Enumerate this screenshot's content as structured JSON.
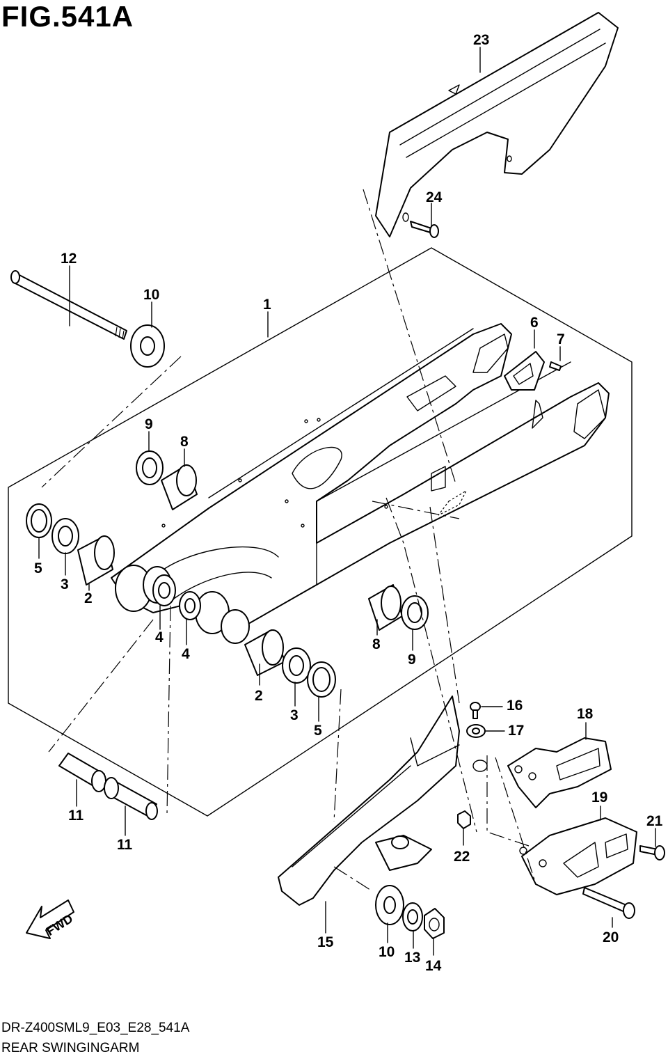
{
  "figure_title": "FIG.541A",
  "model_code": "DR-Z400SML9_E03_E28_541A",
  "caption": "REAR SWINGINGARM",
  "fwd_label": "FWD",
  "callouts": {
    "c1": "1",
    "c2a": "2",
    "c2b": "2",
    "c3a": "3",
    "c3b": "3",
    "c4a": "4",
    "c4b": "4",
    "c5a": "5",
    "c5b": "5",
    "c6": "6",
    "c7": "7",
    "c8a": "8",
    "c8b": "8",
    "c9a": "9",
    "c9b": "9",
    "c10a": "10",
    "c10b": "10",
    "c11a": "11",
    "c11b": "11",
    "c12": "12",
    "c13": "13",
    "c14": "14",
    "c15": "15",
    "c16": "16",
    "c17": "17",
    "c18": "18",
    "c19": "19",
    "c20": "20",
    "c21": "21",
    "c22": "22",
    "c23": "23",
    "c24": "24"
  }
}
